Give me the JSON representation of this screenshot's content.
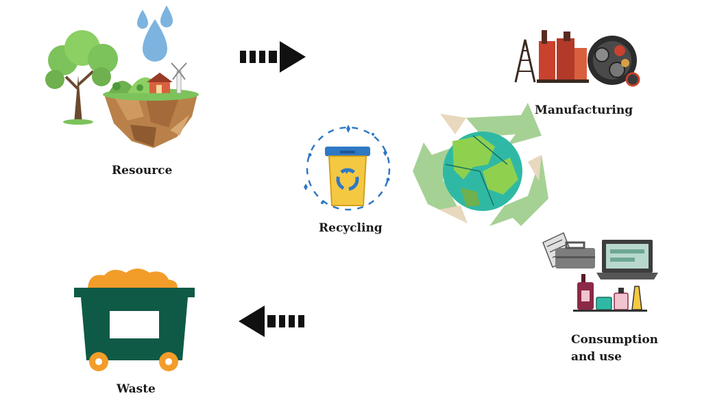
{
  "stages": {
    "resource": {
      "label": "Resource"
    },
    "manufacturing": {
      "label": "Manufacturing"
    },
    "recycling": {
      "label": "Recycling"
    },
    "consumption": {
      "label": "Consumption\nand use"
    },
    "waste": {
      "label": "Waste"
    }
  },
  "icons": {
    "resource": "tree-water-island-icon",
    "manufacturing": "factory-gears-icon",
    "recycling": "recycle-bin-icon",
    "globe": "recycle-globe-icon",
    "consumption": "consumer-goods-icon",
    "waste": "waste-dumpster-icon"
  },
  "colors": {
    "recycle_arrows": "#9ccc8a",
    "globe_land": "#8fd14f",
    "globe_sea": "#2fb9a4",
    "bin_yellow": "#f5c842",
    "bin_blue": "#2f78c4",
    "dumpster_green": "#0f5a46",
    "dumpster_orange": "#f29d2a",
    "factory_red": "#c8422e",
    "water_blue": "#7db3df",
    "tree_green": "#7cc35c"
  }
}
